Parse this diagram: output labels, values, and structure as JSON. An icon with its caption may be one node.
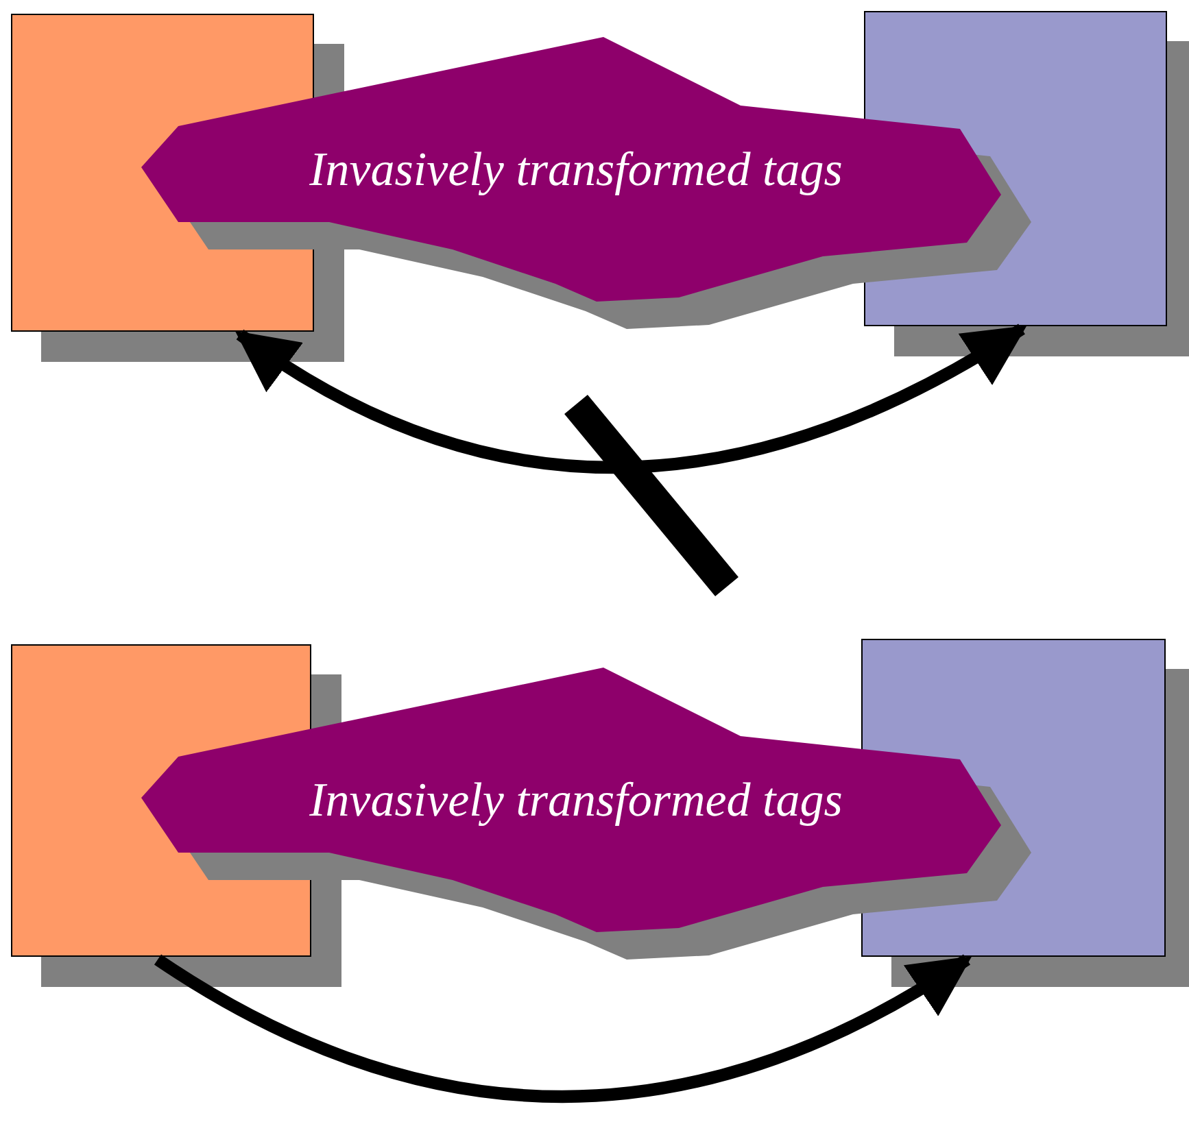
{
  "diagram": {
    "nodes": [
      {
        "text": [],
        "shape": "box"
      },
      {
        "text": [
          "Invasively transformed tags"
        ]
      },
      {
        "text": [],
        "shape": "box"
      },
      {
        "text": [],
        "shape": "box"
      },
      {
        "text": [
          "Invasively transformed tags"
        ]
      },
      {
        "text": [],
        "shape": "box"
      }
    ],
    "edges": [
      {
        "from": 0,
        "to": 2,
        "arrow": "both"
      },
      {
        "from": 3,
        "to": 5,
        "arrow": "to"
      }
    ]
  }
}
